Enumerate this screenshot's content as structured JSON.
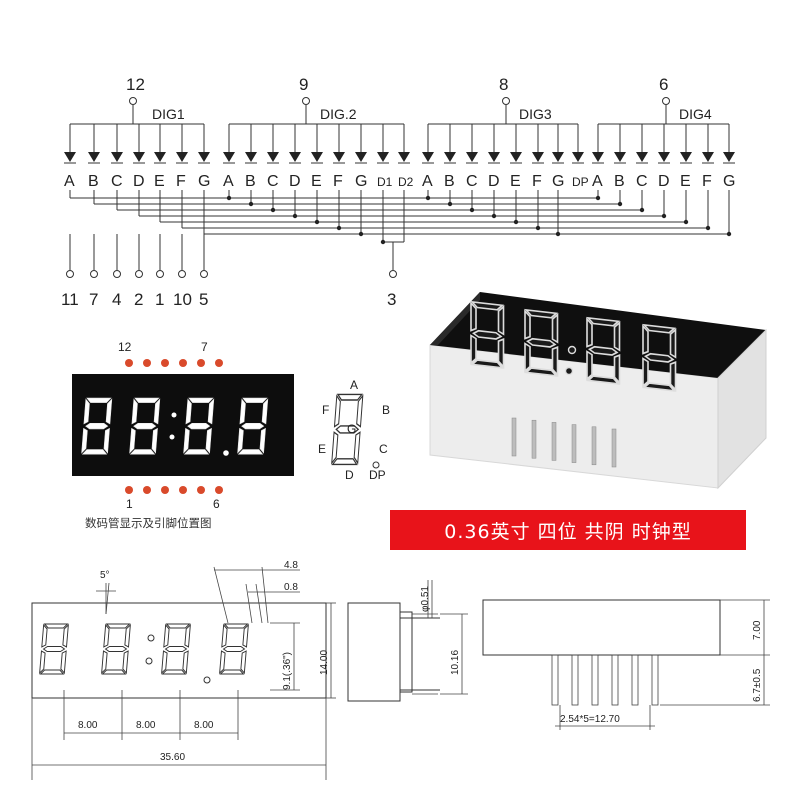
{
  "schematic": {
    "digits": [
      {
        "pin": "12",
        "label": "DIG1",
        "segments": [
          "A",
          "B",
          "C",
          "D",
          "E",
          "F",
          "G"
        ]
      },
      {
        "pin": "9",
        "label": "DIG.2",
        "segments": [
          "A",
          "B",
          "C",
          "D",
          "E",
          "F",
          "G",
          "D1",
          "D2"
        ]
      },
      {
        "pin": "8",
        "label": "DIG3",
        "segments": [
          "A",
          "B",
          "C",
          "D",
          "E",
          "F",
          "G",
          "DP"
        ]
      },
      {
        "pin": "6",
        "label": "DIG4",
        "segments": [
          "A",
          "B",
          "C",
          "D",
          "E",
          "F",
          "G"
        ]
      }
    ],
    "bottom_pins": [
      "11",
      "7",
      "4",
      "2",
      "1",
      "10",
      "5"
    ],
    "colon_pin": "3"
  },
  "pin_position": {
    "top_left": "12",
    "top_right": "7",
    "bottom_left": "1",
    "bottom_right": "6",
    "caption": "数码管显示及引脚位置图"
  },
  "segment_legend": {
    "A": "A",
    "B": "B",
    "C": "C",
    "D": "D",
    "E": "E",
    "F": "F",
    "G": "G",
    "DP": "DP"
  },
  "banner": {
    "text": "0.36英寸 四位 共阴 时钟型",
    "color": "#e8131a"
  },
  "dimensions": {
    "angle": "5°",
    "seg_width": "4.8",
    "seg_gap": "0.8",
    "digit_height": "9.1(.36\")",
    "height": "14.00",
    "pitch1": "8.00",
    "pitch2": "8.00",
    "pitch3": "8.00",
    "total_width": "35.60",
    "pin_dia": "φ0.51",
    "side_height": "10.16",
    "body_depth": "7.00",
    "pin_length": "6.7±0.5",
    "pin_pitch": "2.54*5=12.70"
  }
}
